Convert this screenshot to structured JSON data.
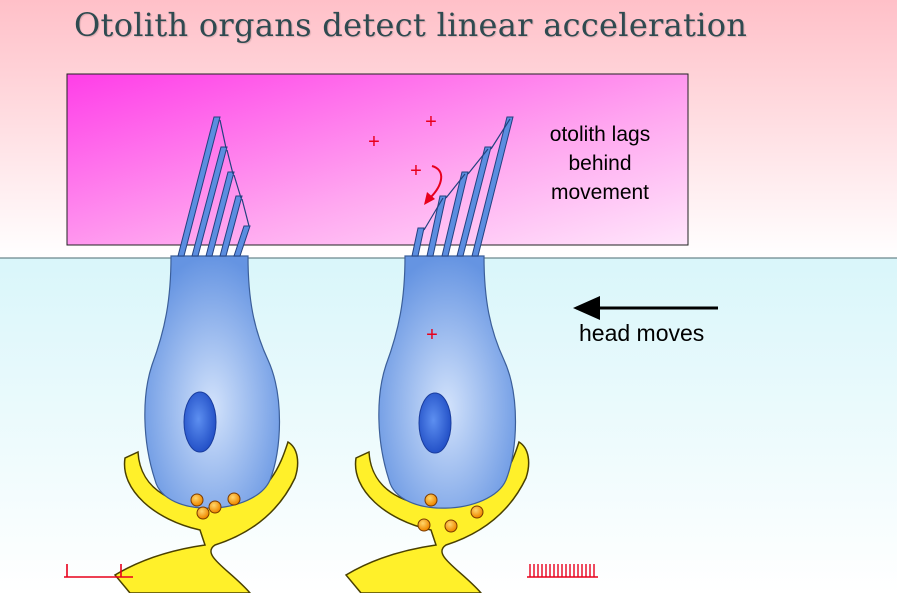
{
  "title": "Otolith organs detect linear acceleration",
  "otolith_label": {
    "line1": "otolith lags",
    "line2": "behind",
    "line3": "movement"
  },
  "head_moves_label": "head moves",
  "charge_symbol": "+",
  "colors": {
    "background_top": "#ffc0cb",
    "otolith_membrane": "#ff55ee",
    "endolymph": "#dff8fb",
    "hair_cell": "#6a98e6",
    "hair_cell_light": "#c9dcfa",
    "nucleus": "#2d63d8",
    "nerve_fiber": "#ffee22",
    "vesicle": "#ff9a1a",
    "charge": "#e8001c",
    "spike": "#e8001c",
    "stereocilia": "#5b8de0"
  },
  "icons": {
    "arrow": "left-arrow-icon",
    "curved_arrow": "curved-arrow-icon"
  }
}
